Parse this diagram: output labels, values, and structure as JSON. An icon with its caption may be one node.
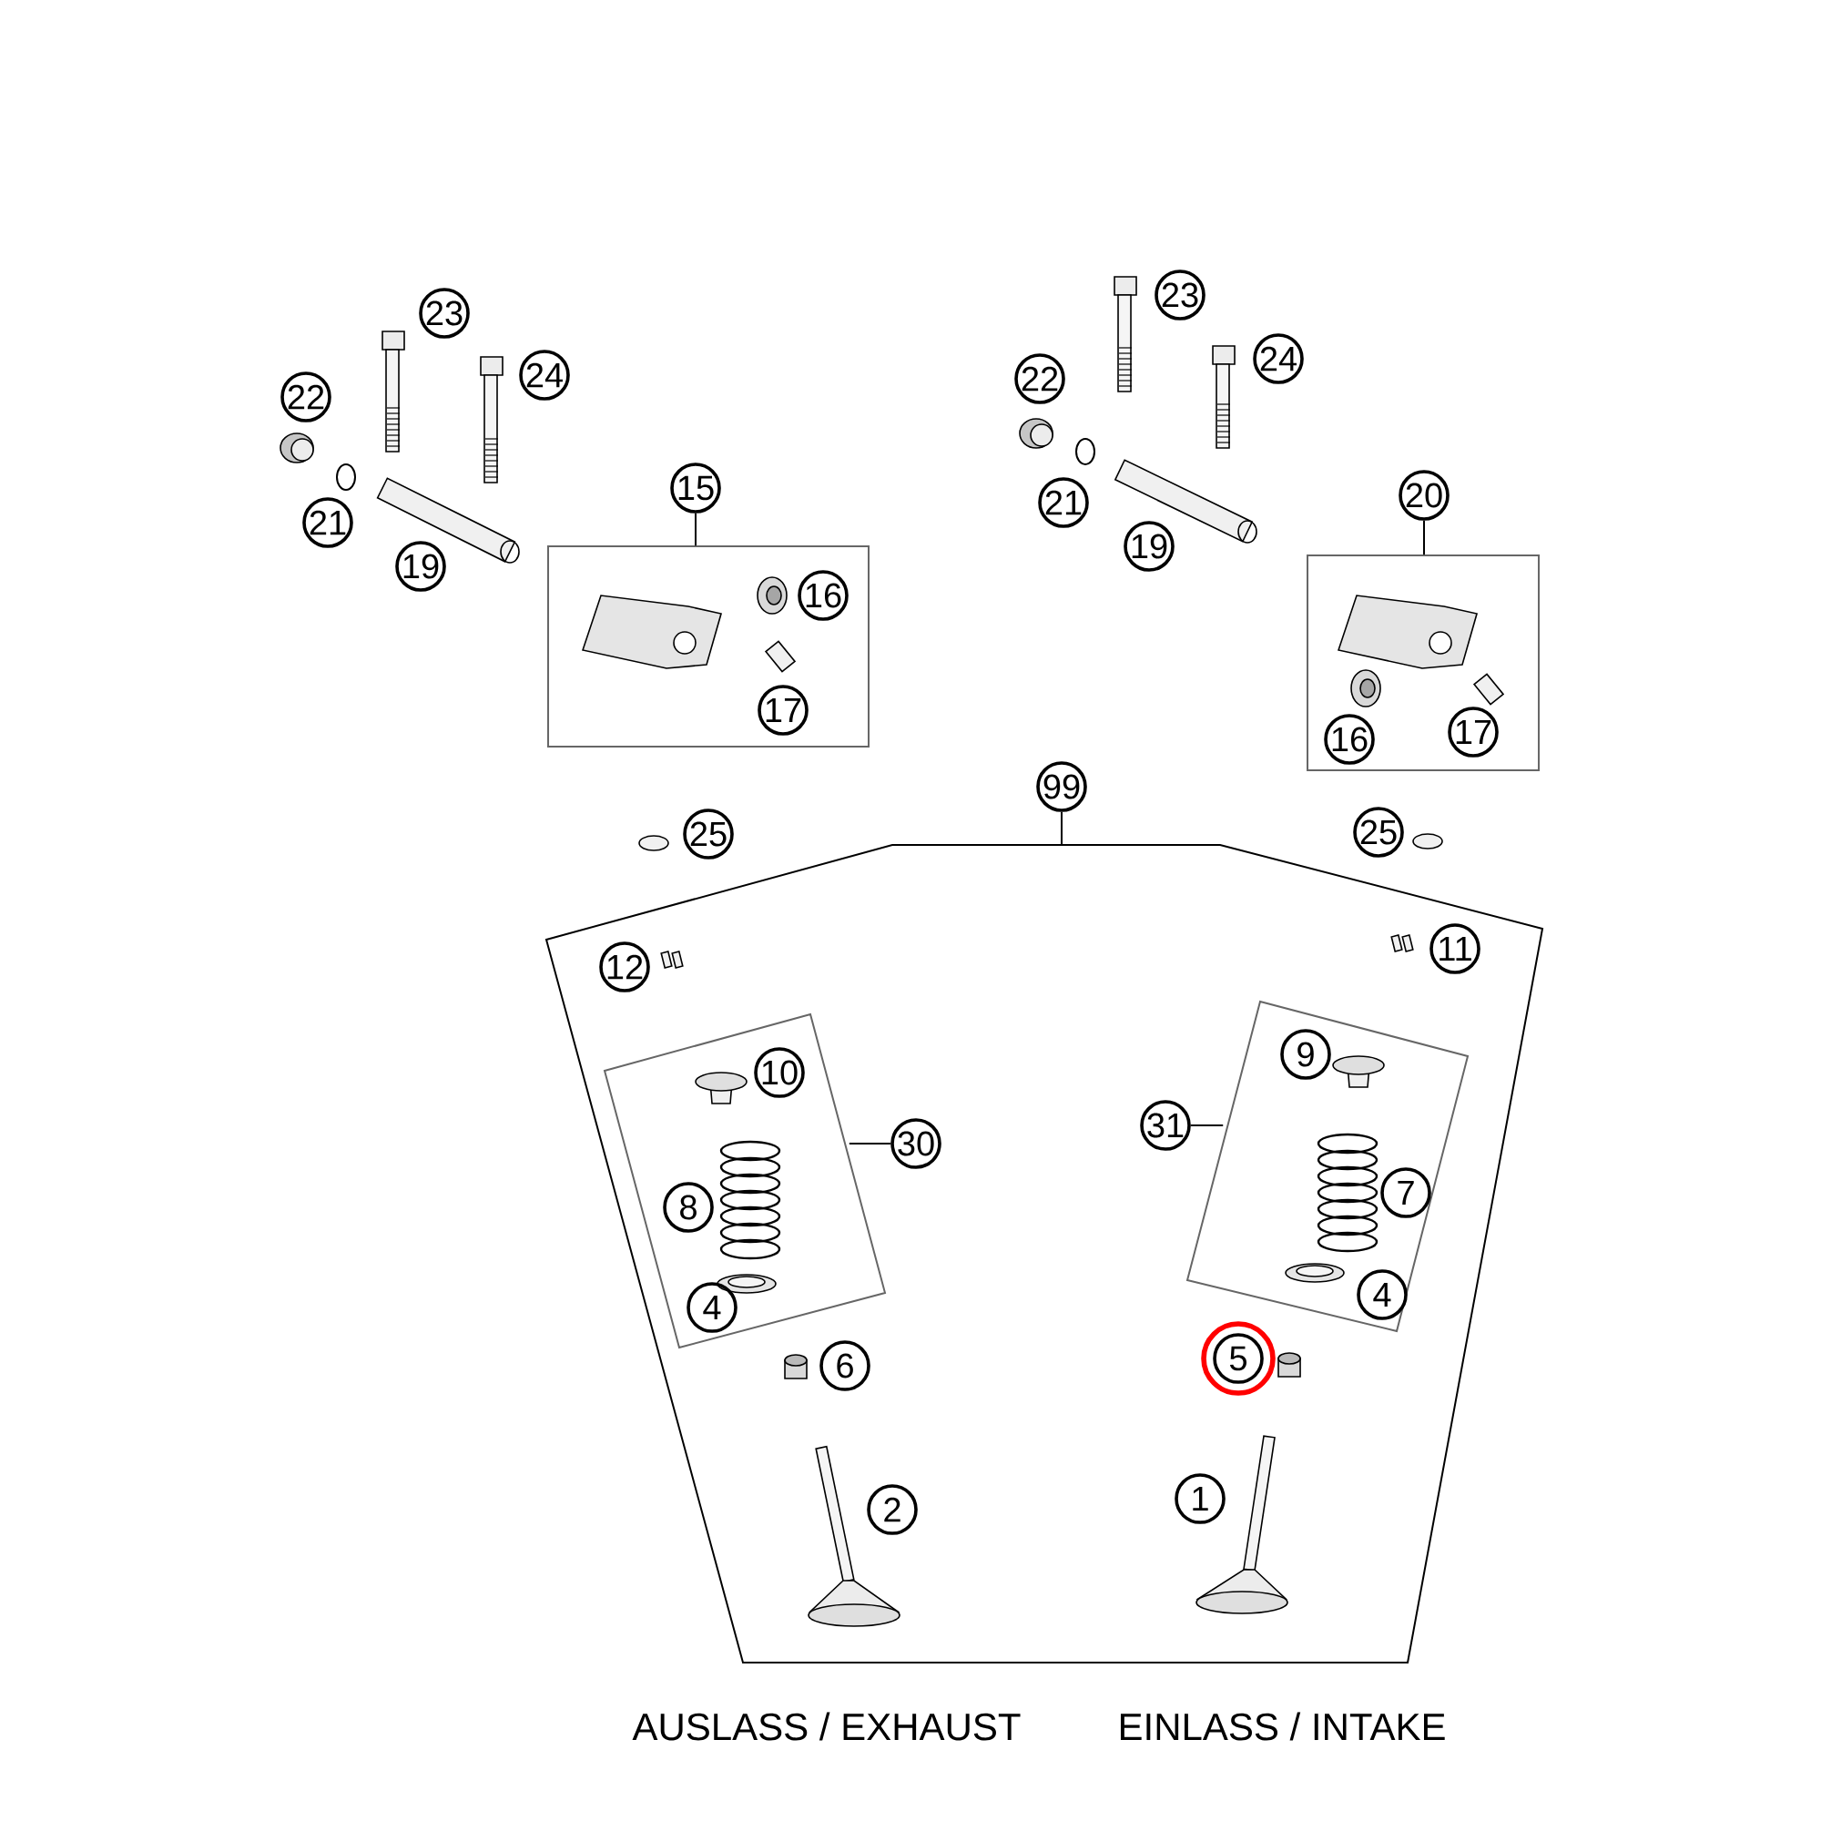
{
  "diagram": {
    "nodes": [
      {
        "text": [
          "23"
        ]
      },
      {
        "text": [
          "24"
        ]
      },
      {
        "text": [
          "22"
        ]
      },
      {
        "text": [
          "21"
        ]
      },
      {
        "text": [
          "19"
        ]
      },
      {
        "text": [],
        "shape": "box"
      },
      {
        "text": [
          "15"
        ]
      },
      {
        "text": [
          "16"
        ],
        "in": 5
      },
      {
        "text": [
          "17"
        ],
        "in": 5
      },
      {
        "text": [
          "23"
        ]
      },
      {
        "text": [
          "24"
        ]
      },
      {
        "text": [
          "22"
        ]
      },
      {
        "text": [
          "21"
        ]
      },
      {
        "text": [
          "19"
        ]
      },
      {
        "text": [],
        "shape": "box"
      },
      {
        "text": [
          "20"
        ]
      },
      {
        "text": [
          "16"
        ],
        "in": 14
      },
      {
        "text": [
          "17"
        ],
        "in": 14
      },
      {
        "text": [
          "25"
        ]
      },
      {
        "text": [
          "99"
        ]
      },
      {
        "text": [
          "25"
        ]
      },
      {
        "text": [],
        "shape": "polygon"
      },
      {
        "text": [
          "12"
        ],
        "in": 21
      },
      {
        "text": [
          "11"
        ],
        "in": 21
      },
      {
        "text": [],
        "shape": "box",
        "in": 21
      },
      {
        "text": [
          "30"
        ],
        "in": 21
      },
      {
        "text": [
          "10"
        ],
        "in": 24
      },
      {
        "text": [
          "8"
        ],
        "in": 24
      },
      {
        "text": [
          "4"
        ],
        "in": 24
      },
      {
        "text": [],
        "shape": "box",
        "in": 21
      },
      {
        "text": [
          "31"
        ],
        "in": 21
      },
      {
        "text": [
          "9"
        ],
        "in": 29
      },
      {
        "text": [
          "7"
        ],
        "in": 29
      },
      {
        "text": [
          "4"
        ],
        "in": 29
      },
      {
        "text": [
          "6"
        ],
        "in": 21
      },
      {
        "text": [
          "5"
        ],
        "in": 21
      },
      {
        "text": [
          "2"
        ],
        "in": 21
      },
      {
        "text": [
          "1"
        ],
        "in": 21
      }
    ],
    "edges": [
      {
        "from": 6,
        "to": 5,
        "arrow": "none"
      },
      {
        "from": 15,
        "to": 14,
        "arrow": "none"
      },
      {
        "from": 19,
        "to": 21,
        "arrow": "none"
      },
      {
        "from": 25,
        "to": 24,
        "arrow": "none"
      },
      {
        "from": 30,
        "to": 29,
        "arrow": "none"
      }
    ],
    "labels": [
      "AUSLASS / EXHAUST",
      "EINLASS / INTAKE"
    ]
  }
}
